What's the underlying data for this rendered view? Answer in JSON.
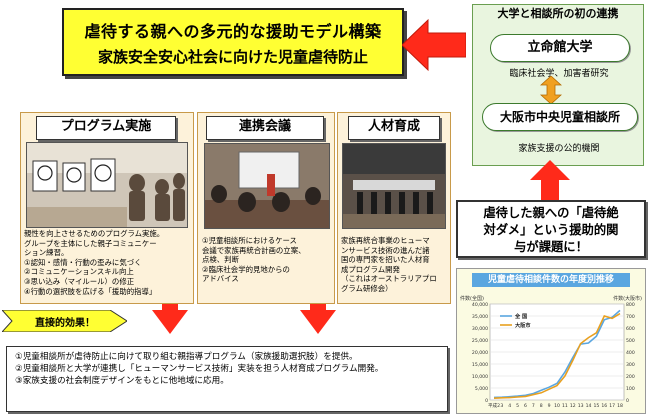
{
  "title": {
    "line1": "虐待する親への多元的な援助モデル構築",
    "line2": "家族安全安心社会に向けた児童虐待防止"
  },
  "partnership": {
    "header": "大学と相談所の初の連携",
    "university": "立命館大学",
    "university_sub": "臨床社会学、加害者研究",
    "center": "大阪市中央児童相談所",
    "center_sub": "家族支援の公的機関"
  },
  "columns": [
    {
      "heading": "プログラム実施",
      "lines": [
        "親性を向上させるためのプログラム実施。",
        "グループを主体にした親子コミュニケー",
        "ション練習。",
        "①認知・感情・行動の歪みに気づく",
        "②コミュニケーションスキル向上",
        "③思い込み（マイルール）の修正",
        "④行動の選択肢を広げる「援助的指導」"
      ]
    },
    {
      "heading": "連携会議",
      "lines": [
        "①児童相談所におけるケース",
        "会議で家族再統合計画の立案、",
        "点検、判断",
        "②臨床社会学的見地からの",
        "アドバイス"
      ]
    },
    {
      "heading": "人材育成",
      "lines": [
        "家族再統合事業のヒューマ",
        "ンサービス技術の進んだ諸",
        "国の専門家を招いた人材育",
        "成プログラム開発",
        "（これはオーストラリアプロ",
        "グラム研修会）"
      ]
    }
  ],
  "effect_label": "直接的効果！",
  "results": [
    "①児童相談所が虐待防止に向けて取り組む親指導プログラム（家族援助選択肢）を提供。",
    "②児童相談所と大学が連携し「ヒューマンサービス技術」実装を担う人材育成プログラム開発。",
    "③家族支援の社会制度デザインをもとに他地域に応用。"
  ],
  "issue": {
    "line1": "虐待した親への「虐待絶",
    "line2": "対ダメ」という援助的関",
    "line3": "与が課題に！"
  },
  "colors": {
    "title_bg": "#ffff33",
    "arrow": "#ff2a1a",
    "column_bg": "#fdf2da",
    "panel_bg": "#e9f5df",
    "national_line": "#5aa6e0",
    "osaka_line": "#e8a020"
  },
  "chart_data": {
    "type": "line",
    "title": "児童虐待相談件数の年度別推移",
    "left_axis_label": "件数(全国)",
    "right_axis_label": "件数(大阪市)",
    "x": [
      "平成2",
      "3",
      "4",
      "5",
      "6",
      "7",
      "8",
      "9",
      "10",
      "11",
      "12",
      "13",
      "14",
      "15",
      "16",
      "17",
      "18"
    ],
    "ylim_left": [
      0,
      40000
    ],
    "yticks_left": [
      "0",
      "5,000",
      "10,000",
      "15,000",
      "20,000",
      "25,000",
      "30,000",
      "35,000",
      "40,000"
    ],
    "ylim_right": [
      0,
      800
    ],
    "yticks_right": [
      "0",
      "100",
      "200",
      "300",
      "400",
      "500",
      "600",
      "700",
      "800"
    ],
    "series": [
      {
        "name": "全 国",
        "axis": "left",
        "values": [
          1101,
          1171,
          1372,
          1611,
          1961,
          2722,
          4102,
          5352,
          6932,
          11631,
          17725,
          23274,
          23738,
          26569,
          33408,
          34472,
          37323
        ]
      },
      {
        "name": "大阪市",
        "axis": "right",
        "values": [
          15,
          18,
          20,
          25,
          30,
          45,
          60,
          90,
          120,
          200,
          330,
          470,
          520,
          560,
          700,
          680,
          720
        ]
      }
    ]
  }
}
